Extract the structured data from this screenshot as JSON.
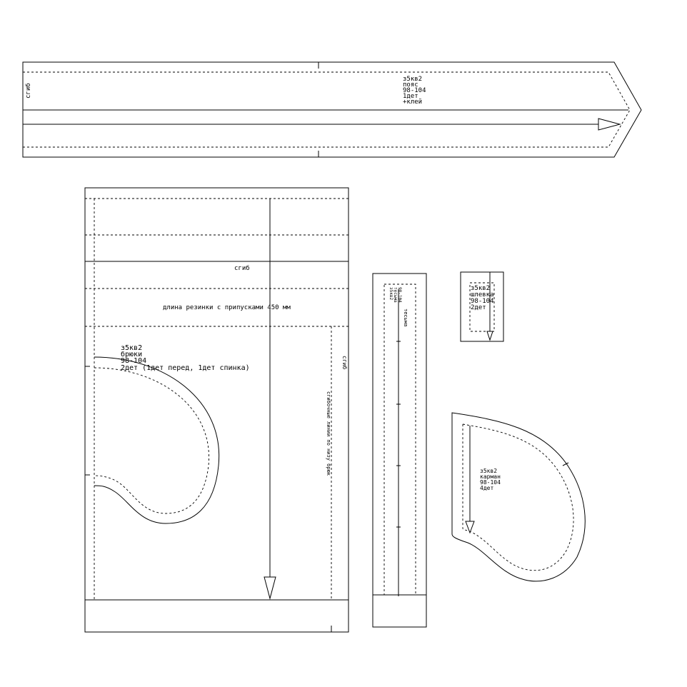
{
  "pieces": {
    "waistband": {
      "fold_label": "сгиб",
      "label_lines": [
        "з5кв2",
        "пояс",
        "98-104",
        "1дет",
        "+клей"
      ]
    },
    "pants": {
      "fold_label": "сгиб",
      "elastic_note": "длина резинки с припусками     450 мм",
      "label_lines": [
        "з5кв2",
        "брюки",
        "98-104",
        "2дет (1дет перед, 1дет спинка)"
      ],
      "side_label": "сгиб",
      "vertical_note": "сгибочные линии по низу брюк"
    },
    "strip": {
      "label_lines": [
        "з5кв2",
        "тесьма",
        "98-104"
      ],
      "side_label": "тесьма"
    },
    "small": {
      "label_lines": [
        "з5кв2",
        "шлевка",
        "98-104",
        "2дет"
      ]
    },
    "pocket": {
      "label_lines": [
        "з5кв2",
        "карман",
        "98-104",
        "4дет"
      ]
    }
  }
}
